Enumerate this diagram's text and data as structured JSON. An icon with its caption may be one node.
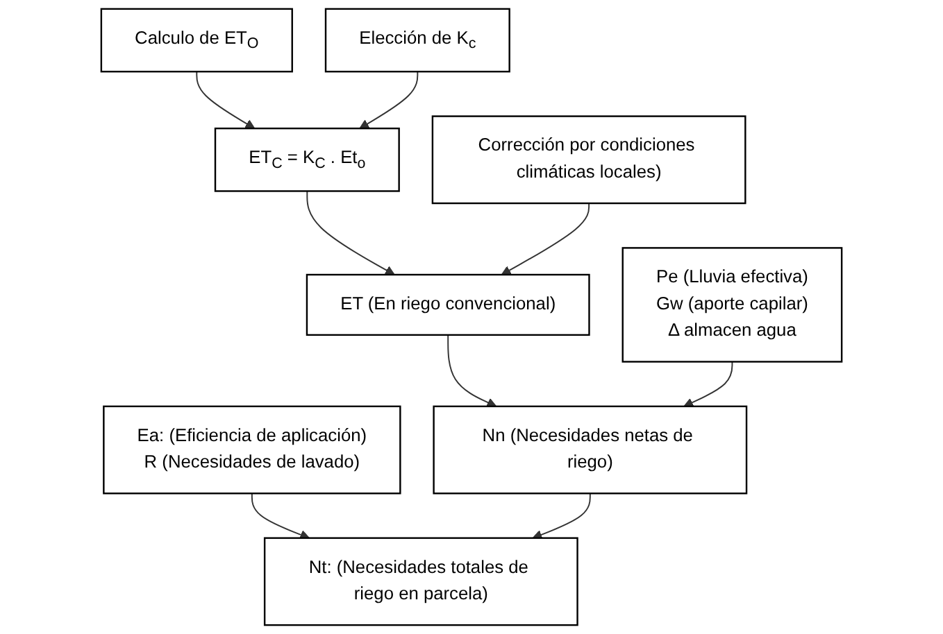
{
  "diagram": {
    "nodes": [
      {
        "text": [
          "Calculo de ET$_{O}$"
        ]
      },
      {
        "text": [
          "Elección de K$_{c}$"
        ]
      },
      {
        "text": [
          "ET$_{C}$ = K$_{C}$ . Et$_{o}$"
        ]
      },
      {
        "text": [
          "Corrección por condiciones climáticas locales)"
        ]
      },
      {
        "text": [
          "ET (En riego convencional)"
        ]
      },
      {
        "text": [
          "Pe (Lluvia efectiva)",
          "Gw (aporte capilar)",
          "Δ almacen agua"
        ]
      },
      {
        "text": [
          "Nn (Necesidades netas de riego)"
        ]
      },
      {
        "text": [
          "Ea: (Eficiencia de aplicación)",
          "R (Necesidades de lavado)"
        ]
      },
      {
        "text": [
          "Nt: (Necesidades totales de riego en parcela)"
        ]
      }
    ],
    "edges": [
      {
        "from": 0,
        "to": 2,
        "arrow": "to"
      },
      {
        "from": 1,
        "to": 2,
        "arrow": "to"
      },
      {
        "from": 2,
        "to": 4,
        "arrow": "to"
      },
      {
        "from": 3,
        "to": 4,
        "arrow": "to"
      },
      {
        "from": 4,
        "to": 6,
        "arrow": "to"
      },
      {
        "from": 5,
        "to": 6,
        "arrow": "to"
      },
      {
        "from": 7,
        "to": 8,
        "arrow": "to"
      },
      {
        "from": 6,
        "to": 8,
        "arrow": "to"
      }
    ]
  }
}
